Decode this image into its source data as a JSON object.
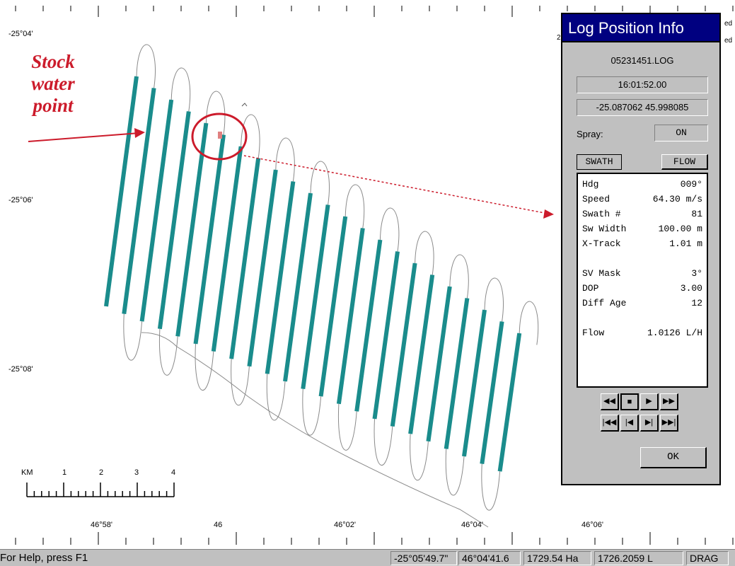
{
  "map": {
    "lat_labels": [
      "-25°04'",
      "-25°06'",
      "-25°08'"
    ],
    "lon_labels": [
      "46°58'",
      "46",
      "46°02'",
      "46°04'",
      "46°06'"
    ],
    "edge_text_top": "ed",
    "edge_text_second": "ed",
    "edge_text_tiny": "2",
    "track_color": "#1a8c8c",
    "marker_color": "#cc1b2b"
  },
  "annotation": {
    "lines": [
      "Stock",
      "water",
      "point"
    ],
    "color": "#cc1b2b"
  },
  "scale": {
    "unit": "KM",
    "ticks": [
      "1",
      "2",
      "3",
      "4"
    ]
  },
  "dialog": {
    "title": "Log Position Info",
    "logfile": "05231451.LOG",
    "time": "16:01:52.00",
    "coords": "-25.087062  45.998085",
    "spray_label": "Spray:",
    "spray_value": "ON",
    "tab_swath": "SWATH",
    "tab_flow": "FLOW",
    "stats": [
      {
        "label": "Hdg",
        "value": "009°"
      },
      {
        "label": "Speed",
        "value": "64.30 m/s"
      },
      {
        "label": "Swath #",
        "value": "81"
      },
      {
        "label": "Sw Width",
        "value": "100.00 m"
      },
      {
        "label": "X-Track",
        "value": "1.01 m"
      },
      {
        "label": "SV Mask",
        "value": "3°"
      },
      {
        "label": "DOP",
        "value": "3.00"
      },
      {
        "label": "Diff Age",
        "value": "12"
      },
      {
        "label": "Flow",
        "value": "1.0126 L/H"
      }
    ],
    "ok_label": "OK"
  },
  "statusbar": {
    "help": "For Help, press F1",
    "lat": "-25°05'49.7\"",
    "lon": "46°04'41.6",
    "ha": "1729.54 Ha",
    "liters": "1726.2059 L",
    "mode": "DRAG"
  }
}
